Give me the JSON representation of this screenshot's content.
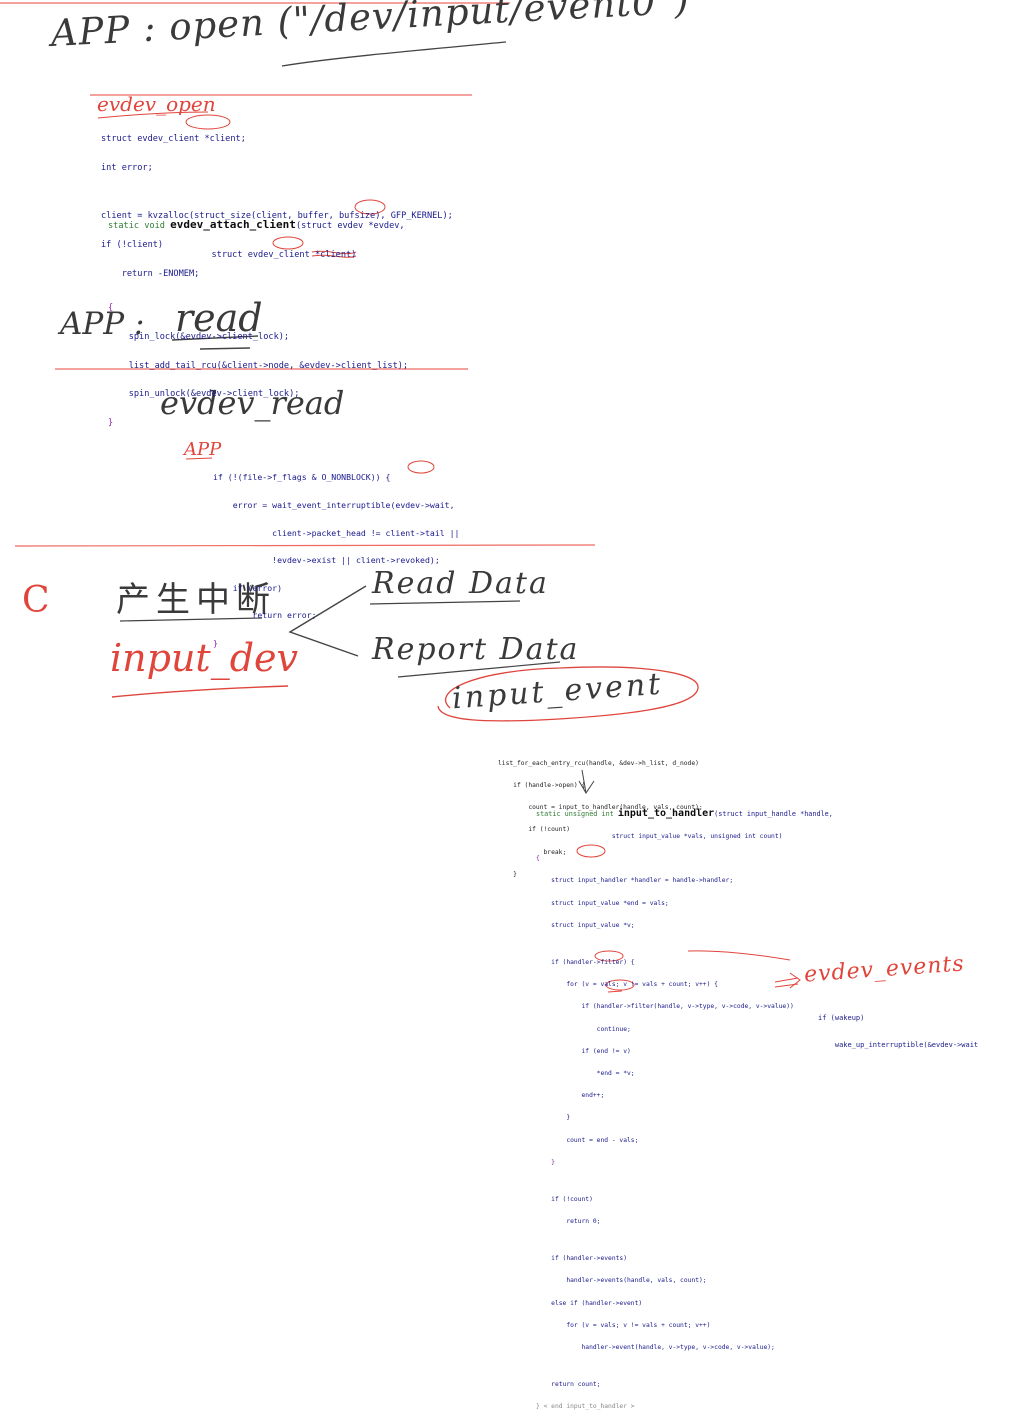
{
  "notes": {
    "open_heading": "APP : open (\"/dev/input/event0\")",
    "evdev_open": "evdev_open",
    "read_heading_app": "APP :",
    "read_heading_word": "read",
    "evdev_read": "evdev_read",
    "app_mark": "APP",
    "c_mark": "C",
    "chinese": "产生中断",
    "input_dev": "input_dev",
    "read_data": "Read Data",
    "report_data": "Report Data",
    "input_event": "input_event",
    "evdev_events": "evdev_events"
  },
  "code": {
    "open_block": [
      "struct evdev_client *client;",
      "int error;",
      "",
      "client = kvzalloc(struct_size(client, buffer, bufsize), GFP_KERNEL);",
      "if (!client)",
      "    return -ENOMEM;"
    ],
    "attach_sig_pre": "static void ",
    "attach_fn": "evdev_attach_client",
    "attach_sig_post": "(struct evdev *evdev,",
    "attach_lines": [
      "                    struct evdev_client *client)",
      "{",
      "    spin_lock(&evdev->client_lock);",
      "    list_add_tail_rcu(&client->node, &evdev->client_list);",
      "    spin_unlock(&evdev->client_lock);",
      "}"
    ],
    "read_block": [
      "if (!(file->f_flags & O_NONBLOCK)) {",
      "    error = wait_event_interruptible(evdev->wait,",
      "            client->packet_head != client->tail ||",
      "            !evdev->exist || client->revoked);",
      "    if (error)",
      "        return error;",
      "}"
    ],
    "list_block": [
      "list_for_each_entry_rcu(handle, &dev->h_list, d_node)",
      "    if (handle->open) {",
      "        count = input_to_handler(handle, vals, count);",
      "        if (!count)",
      "            break;",
      "    }"
    ],
    "handler_sig_pre": "static unsigned int ",
    "handler_fn": "input_to_handler",
    "handler_sig_post": "(struct input_handle *handle,",
    "handler_lines": [
      "                    struct input_value *vals, unsigned int count)",
      "{",
      "    struct input_handler *handler = handle->handler;",
      "    struct input_value *end = vals;",
      "    struct input_value *v;",
      "",
      "    if (handler->filter) {",
      "        for (v = vals; v != vals + count; v++) {",
      "            if (handler->filter(handle, v->type, v->code, v->value))",
      "                continue;",
      "            if (end != v)",
      "                *end = *v;",
      "            end++;",
      "        }",
      "        count = end - vals;",
      "    }",
      "",
      "    if (!count)",
      "        return 0;",
      "",
      "    if (handler->events)",
      "        handler->events(handle, vals, count);",
      "    else if (handler->event)",
      "        for (v = vals; v != vals + count; v++)",
      "            handler->event(handle, v->type, v->code, v->value);",
      "",
      "    return count;",
      "} < end input_to_handler >"
    ],
    "wakeup_block": [
      "if (wakeup)",
      "    wake_up_interruptible(&evdev->wait"
    ]
  }
}
